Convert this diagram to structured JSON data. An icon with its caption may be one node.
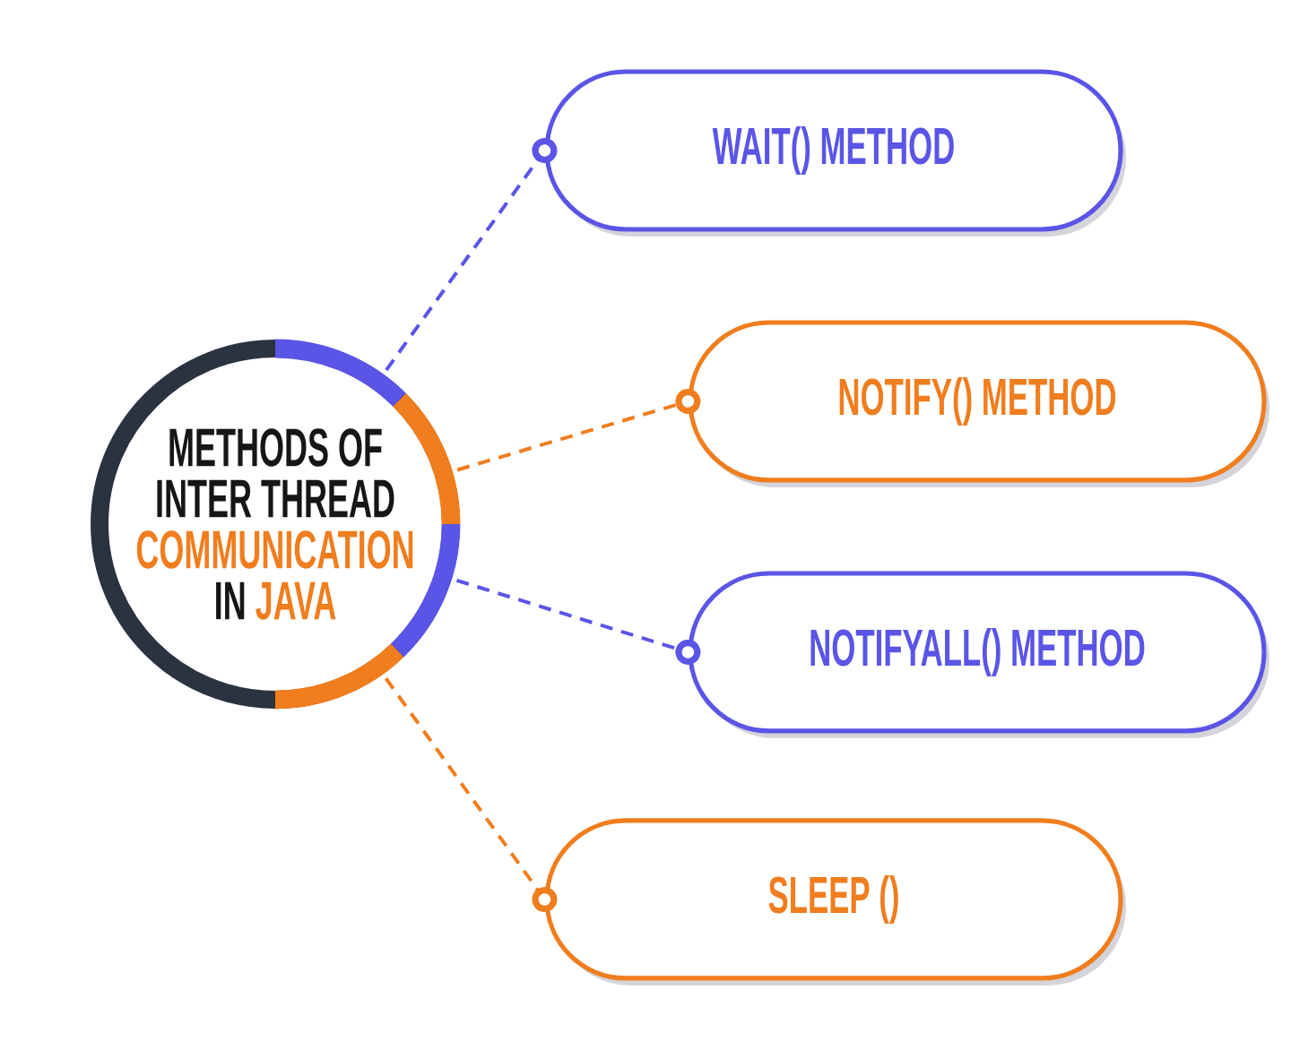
{
  "diagram": {
    "nodes": [
      {
        "text": [
          "METHODS OF INTER THREAD **COMMUNICATION** IN **JAVA**"
        ]
      },
      {
        "text": [
          "WAIT() METHOD"
        ]
      },
      {
        "text": [
          "NOTIFY() METHOD"
        ]
      },
      {
        "text": [
          "NOTIFYALL() METHOD"
        ]
      },
      {
        "text": [
          "SLEEP ()"
        ]
      }
    ],
    "edges": [
      {
        "from": 0,
        "to": 1,
        "arrow": "other",
        "style": "dashed",
        "color": "#5a55e6"
      },
      {
        "from": 0,
        "to": 2,
        "arrow": "other",
        "style": "dashed",
        "color": "#f07d1e"
      },
      {
        "from": 0,
        "to": 3,
        "arrow": "other",
        "style": "dashed",
        "color": "#5a55e6"
      },
      {
        "from": 0,
        "to": 4,
        "arrow": "other",
        "style": "dashed",
        "color": "#f07d1e"
      }
    ]
  }
}
